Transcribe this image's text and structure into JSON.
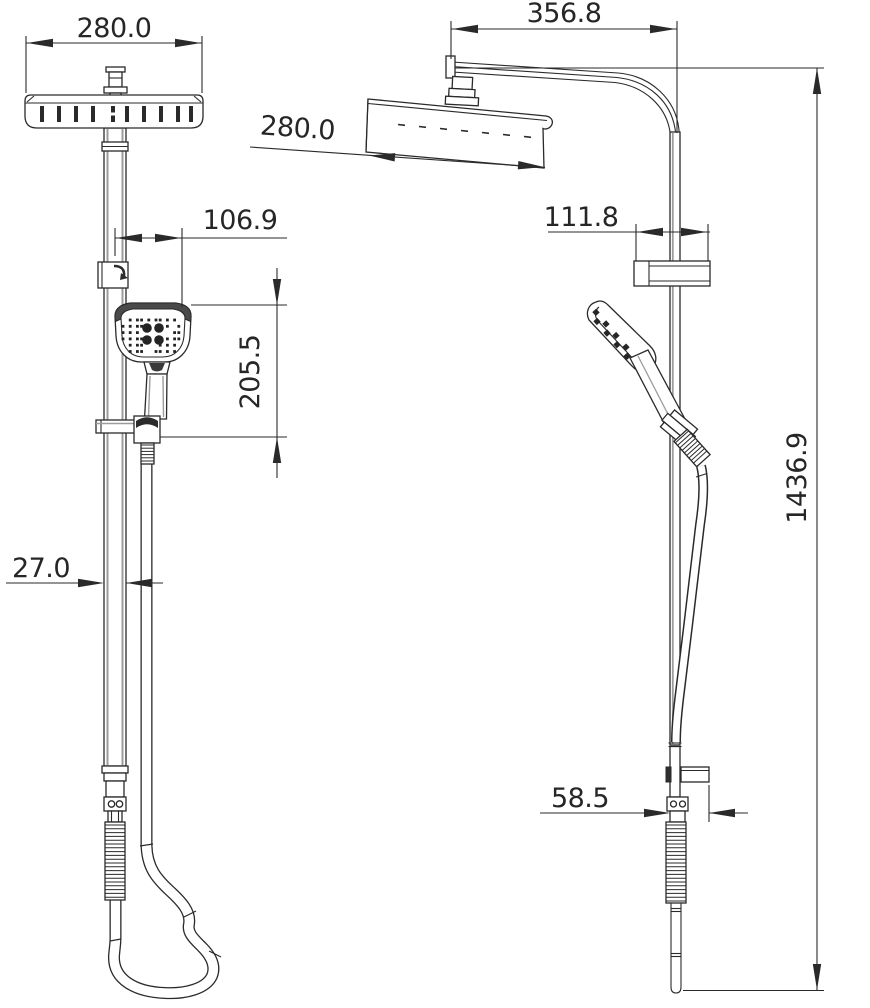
{
  "colors": {
    "line": "#2a2a2a",
    "pipe_shade": "#9c9c9c",
    "background": "#ffffff",
    "dark_fill": "#2b2b2b"
  },
  "dimensions": {
    "front": {
      "head_width": "280.0",
      "hand_shower_offset": "106.9",
      "hand_shower_length": "205.5",
      "pipe_diameter": "27.0"
    },
    "side": {
      "arm_reach": "356.8",
      "head_depth": "280.0",
      "shelf_width": "111.8",
      "wall_bracket_depth": "58.5",
      "overall_height": "1436.9"
    }
  }
}
